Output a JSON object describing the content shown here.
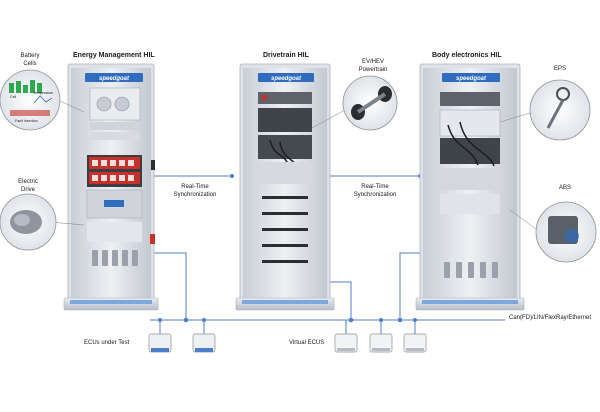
{
  "racks": {
    "energy": {
      "title": "Energy Management HIL",
      "brand": "speedgoat"
    },
    "drivetrain": {
      "title": "Drivetrain HIL",
      "brand": "speedgoat"
    },
    "body": {
      "title": "Body electronics HIL",
      "brand": "speedgoat"
    }
  },
  "callouts": {
    "battery": {
      "line1": "Battery",
      "line2": "Cells"
    },
    "battery_inner": {
      "cell": "Cell",
      "temperature": "Temperature",
      "fault": "Fault insertion"
    },
    "electric_drive": {
      "line1": "Electric",
      "line2": "Drive"
    },
    "evhev": {
      "line1": "EV/HEV",
      "line2": "Powertrain"
    },
    "eps": "EPS",
    "abs": "ABS"
  },
  "sync": {
    "left": {
      "line1": "Real-Time",
      "line2": "Synchronization"
    },
    "right": {
      "line1": "Real-Time",
      "line2": "Synchronization"
    }
  },
  "bus": {
    "label": "Can(FD)/LIN/FlexRay/Ethernet"
  },
  "ecus": {
    "under_test": "ECUs under Test",
    "virtual": "Virtual ECUS"
  },
  "colors": {
    "bus_line": "#4f7fc4",
    "rack_frame": "#d7dbe2",
    "brand_blue": "#2f6bbf",
    "accent_red": "#c8302c"
  }
}
